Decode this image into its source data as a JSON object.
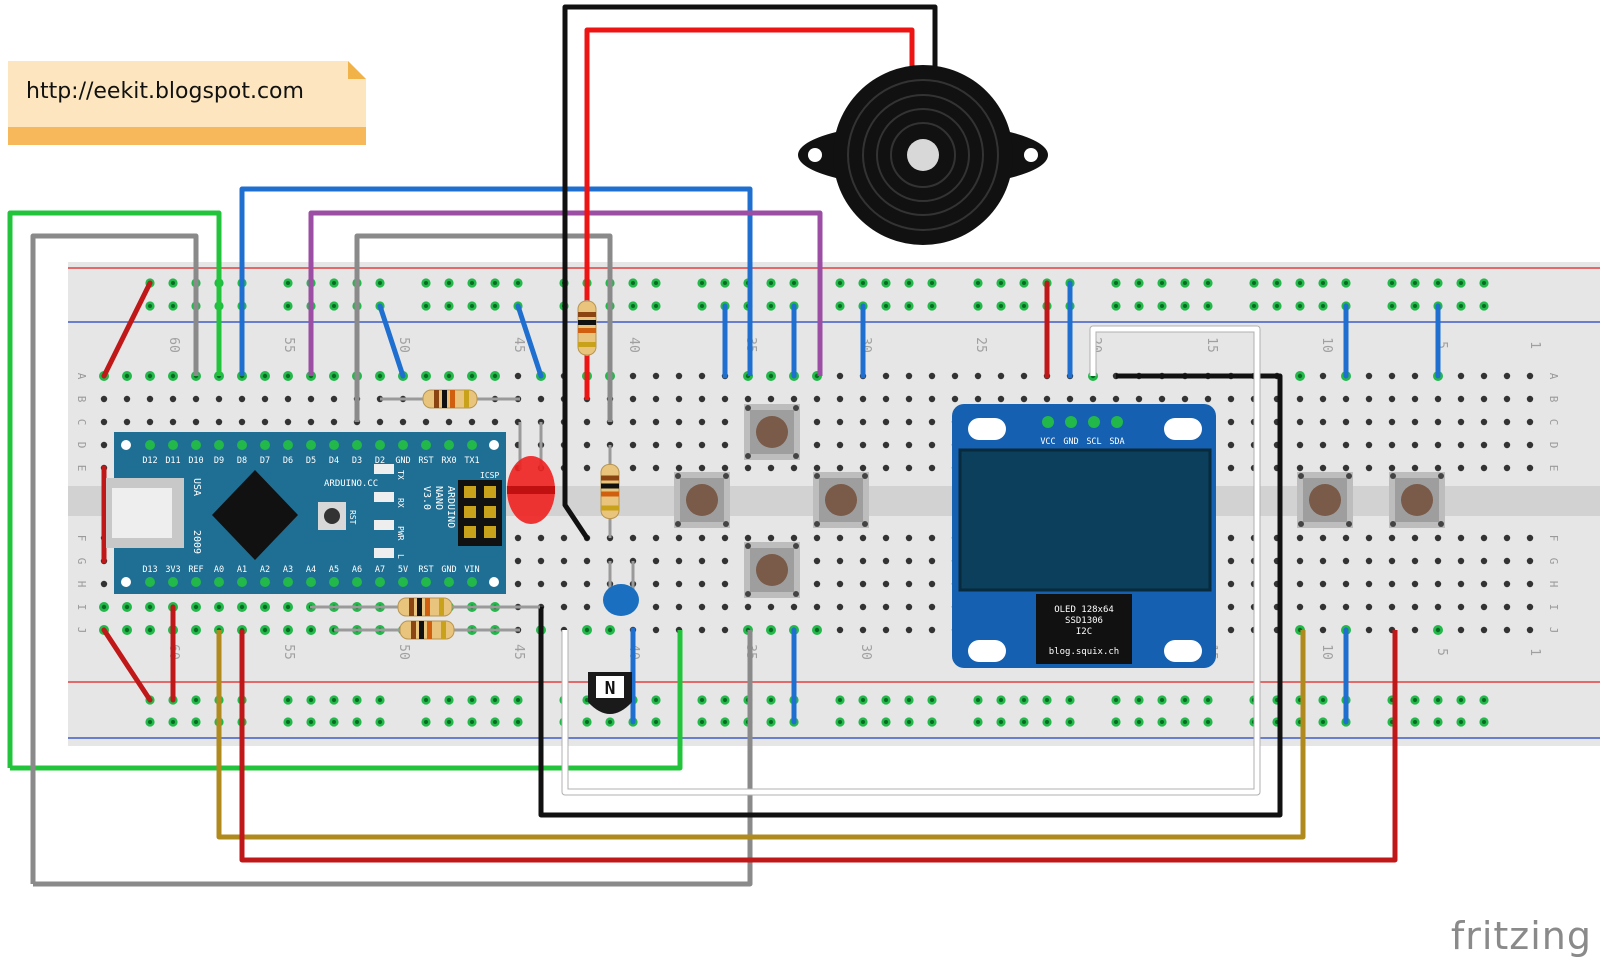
{
  "note": {
    "text": "http://eekit.blogspot.com"
  },
  "brand": {
    "text": "fritzing"
  },
  "breadboard": {
    "row_letters": [
      "A",
      "B",
      "C",
      "D",
      "E",
      "F",
      "G",
      "H",
      "I",
      "J"
    ],
    "column_numbers": [
      "60",
      "55",
      "50",
      "45",
      "40",
      "35",
      "30",
      "25",
      "20",
      "15",
      "10",
      "5",
      "1"
    ]
  },
  "arduino": {
    "top_pins": [
      "D12",
      "D11",
      "D10",
      "D9",
      "D8",
      "D7",
      "D6",
      "D5",
      "D4",
      "D3",
      "D2",
      "GND",
      "RST",
      "RX0",
      "TX1"
    ],
    "bottom_pins": [
      "D13",
      "3V3",
      "REF",
      "A0",
      "A1",
      "A2",
      "A3",
      "A4",
      "A5",
      "A6",
      "A7",
      "5V",
      "RST",
      "GND",
      "VIN"
    ],
    "labels": [
      "ARDUINO",
      "NANO",
      "V3.0"
    ],
    "site": "ARDUINO.CC",
    "usa": "USA",
    "year": "2009",
    "rst": "RST",
    "icsp": "ICSP",
    "leds": [
      "TX",
      "RX",
      "PWR",
      "L"
    ]
  },
  "oled": {
    "pins": [
      "VCC",
      "GND",
      "SCL",
      "SDA"
    ],
    "lines": [
      "OLED 128x64",
      "SSD1306",
      "I2C"
    ],
    "site": "blog.squix.ch"
  },
  "transistor": {
    "label": "N"
  },
  "colors": {
    "board": "#e6e6e6",
    "rail_red": "#e02020",
    "rail_blue": "#2040c0",
    "nano": "#1f6f94",
    "oled": "#1560b0"
  }
}
